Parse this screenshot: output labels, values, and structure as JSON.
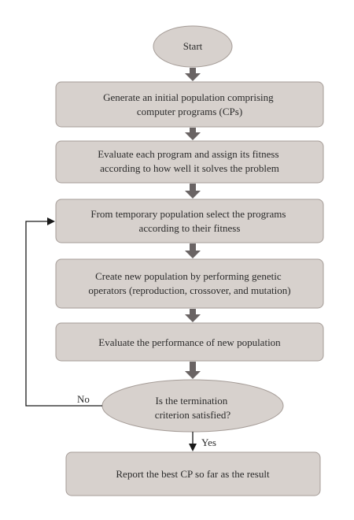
{
  "colors": {
    "node_fill": "#d7d1cd",
    "node_stroke": "#a59c97",
    "arrow_fill": "#6a6464",
    "line": "#1a1a1a"
  },
  "nodes": {
    "start": {
      "shape": "ellipse",
      "lines": [
        "Start"
      ]
    },
    "generate": {
      "shape": "rounded-rect",
      "lines": [
        "Generate an initial population comprising",
        "computer programs (CPs)"
      ]
    },
    "evaluate_fitness": {
      "shape": "rounded-rect",
      "lines": [
        "Evaluate each program and assign its fitness",
        "according to how well it solves the problem"
      ]
    },
    "select": {
      "shape": "rounded-rect",
      "lines": [
        "From temporary population select the programs",
        "according to their fitness"
      ]
    },
    "create": {
      "shape": "rounded-rect",
      "lines": [
        "Create new population by performing genetic",
        "operators (reproduction, crossover, and mutation)"
      ]
    },
    "evaluate_new": {
      "shape": "rounded-rect",
      "lines": [
        "Evaluate the performance of new population"
      ]
    },
    "decision": {
      "shape": "ellipse",
      "lines": [
        "Is the termination",
        "criterion satisfied?"
      ]
    },
    "report": {
      "shape": "rounded-rect",
      "lines": [
        "Report the best CP so far as the result"
      ]
    }
  },
  "edges": {
    "no_label": "No",
    "yes_label": "Yes"
  }
}
